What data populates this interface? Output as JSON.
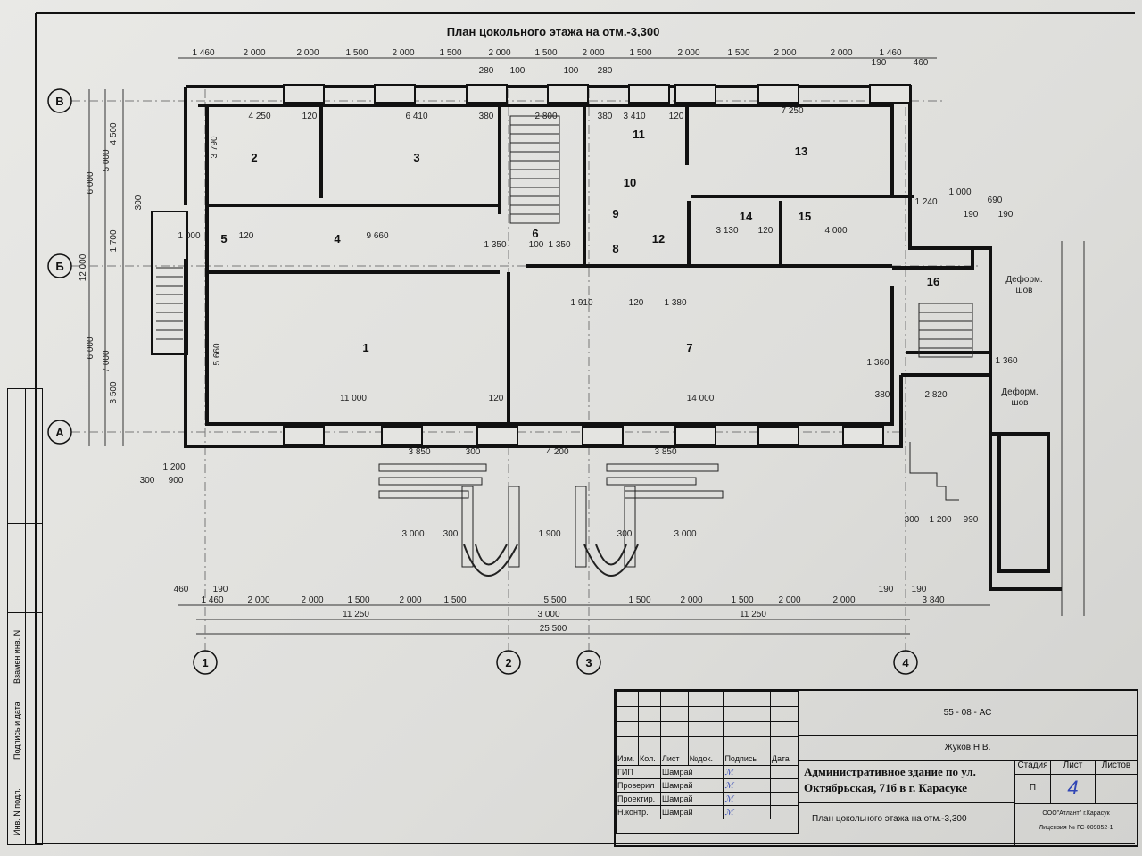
{
  "title": "План цокольного этажа на отм.-3,300",
  "axes": {
    "rows": [
      "В",
      "Б",
      "А"
    ],
    "cols": [
      "1",
      "2",
      "3",
      "4"
    ]
  },
  "rooms": [
    "1",
    "2",
    "3",
    "4",
    "5",
    "6",
    "7",
    "8",
    "9",
    "10",
    "11",
    "12",
    "13",
    "14",
    "15",
    "16"
  ],
  "deform_joint": [
    "Деформ.",
    "шов"
  ],
  "dims": {
    "top_chain": [
      "1 460",
      "2 000",
      "2 000",
      "1 500",
      "2 000",
      "1 500",
      "2 000",
      "1 500",
      "2 000",
      "1 500",
      "2 000",
      "1 500",
      "2 000",
      "2 000",
      "1 460"
    ],
    "top_sub": [
      "280",
      "100",
      "100",
      "280",
      "190",
      "460"
    ],
    "interior": [
      "4 250",
      "120",
      "6 410",
      "380",
      "2 800",
      "380",
      "3 410",
      "120",
      "7 250",
      "9 660",
      "120",
      "1 000",
      "1 350",
      "100",
      "1 350",
      "3 130",
      "120",
      "4 000",
      "1 910",
      "120",
      "1 380",
      "11 000",
      "120",
      "14 000",
      "380",
      "2 820",
      "1 360",
      "1 360",
      "1 240",
      "1 000",
      "690",
      "190",
      "190",
      "5 660"
    ],
    "left_vertical": [
      "6 000",
      "5 000",
      "4 500",
      "300",
      "1 700",
      "12 000",
      "6 000",
      "7 000",
      "3 500",
      "3 790"
    ],
    "porch": [
      "3 850",
      "300",
      "4 200",
      "3 850",
      "3 000",
      "300",
      "1 900",
      "300",
      "3 000",
      "1 200",
      "300",
      "900",
      "300",
      "1 200",
      "990"
    ],
    "bottom_chain": [
      "1 460",
      "2 000",
      "2 000",
      "1 500",
      "2 000",
      "1 500",
      "5 500",
      "1 500",
      "2 000",
      "1 500",
      "2 000",
      "2 000",
      "3 840"
    ],
    "bottom_mid": [
      "11 250",
      "3 000",
      "11 250"
    ],
    "bottom_total": "25 500",
    "bottom_small": [
      "460",
      "190",
      "190",
      "190"
    ]
  },
  "side_stamp": [
    "Инв. N подл.",
    "Подпись и дата",
    "Взамен инв. N"
  ],
  "title_block": {
    "code": "55 - 08 - АС",
    "author": "Жуков Н.В.",
    "headers": [
      "Изм.",
      "Кол.",
      "Лист",
      "№док.",
      "Подпись",
      "Дата"
    ],
    "roles": [
      {
        "role": "ГИП",
        "name": "Шамрай"
      },
      {
        "role": "Проверил",
        "name": "Шамрай"
      },
      {
        "role": "Проектир.",
        "name": "Шамрай"
      },
      {
        "role": "Н.контр.",
        "name": "Шамрай"
      }
    ],
    "object_line1": "Административное здание по ул.",
    "object_line2": "Октябрьская, 71б  в г. Карасуке",
    "stage_label": "Стадия",
    "sheet_label": "Лист",
    "sheets_label": "Листов",
    "stage": "П",
    "sheet": "4",
    "sheet_title": "План цокольного этажа на отм.-3,300",
    "company": "ООО\"Атлант\" г.Карасук",
    "license": "Лицензия № ГС-009852-1"
  }
}
